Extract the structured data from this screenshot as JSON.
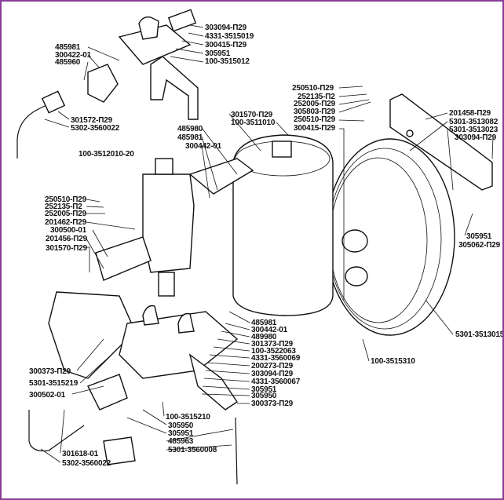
{
  "border_color": "#8a3d96",
  "labels": {
    "top": [
      "303094-П29",
      "4331-3515019",
      "300415-П29",
      "305951",
      "100-3515012"
    ],
    "top_left": [
      "485981",
      "300422-01",
      "485960"
    ],
    "top_hose": [
      "301572-П29",
      "5302-3560022"
    ],
    "mid_top": [
      "485980",
      "485981",
      "300442-01",
      "301570-П29",
      "100-3511010",
      "100-3512010-20"
    ],
    "right_top": [
      "250510-П29",
      "252135-П2",
      "252005-П29",
      "305803-П29",
      "250510-П29",
      "300415-П29"
    ],
    "bracket_right": [
      "201458-П29",
      "5301-3513082",
      "5301-3513023",
      "303094-П29"
    ],
    "right_fittings": [
      "305951",
      "305062-П29"
    ],
    "left_mid": [
      "250510-П29",
      "252135-П2",
      "252005-П29",
      "201462-П29",
      "300500-01",
      "201456-П29",
      "301570-П29"
    ],
    "center_column": [
      "485981",
      "300442-01",
      "489980",
      "301373-П29",
      "100-3522063",
      "4331-3560069",
      "200273-П29",
      "303094-П29",
      "4331-3560067",
      "305951",
      "305950",
      "300373-П29"
    ],
    "booster": [
      "5301-3513015",
      "100-3515310"
    ],
    "bottom_left": [
      "300373-П29",
      "5301-3515219",
      "300502-01"
    ],
    "bottom_center": [
      "100-3515210",
      "305950",
      "305951",
      "485963",
      "5301-3560008"
    ],
    "bottom_hose": [
      "301618-01",
      "5302-3560022"
    ]
  }
}
